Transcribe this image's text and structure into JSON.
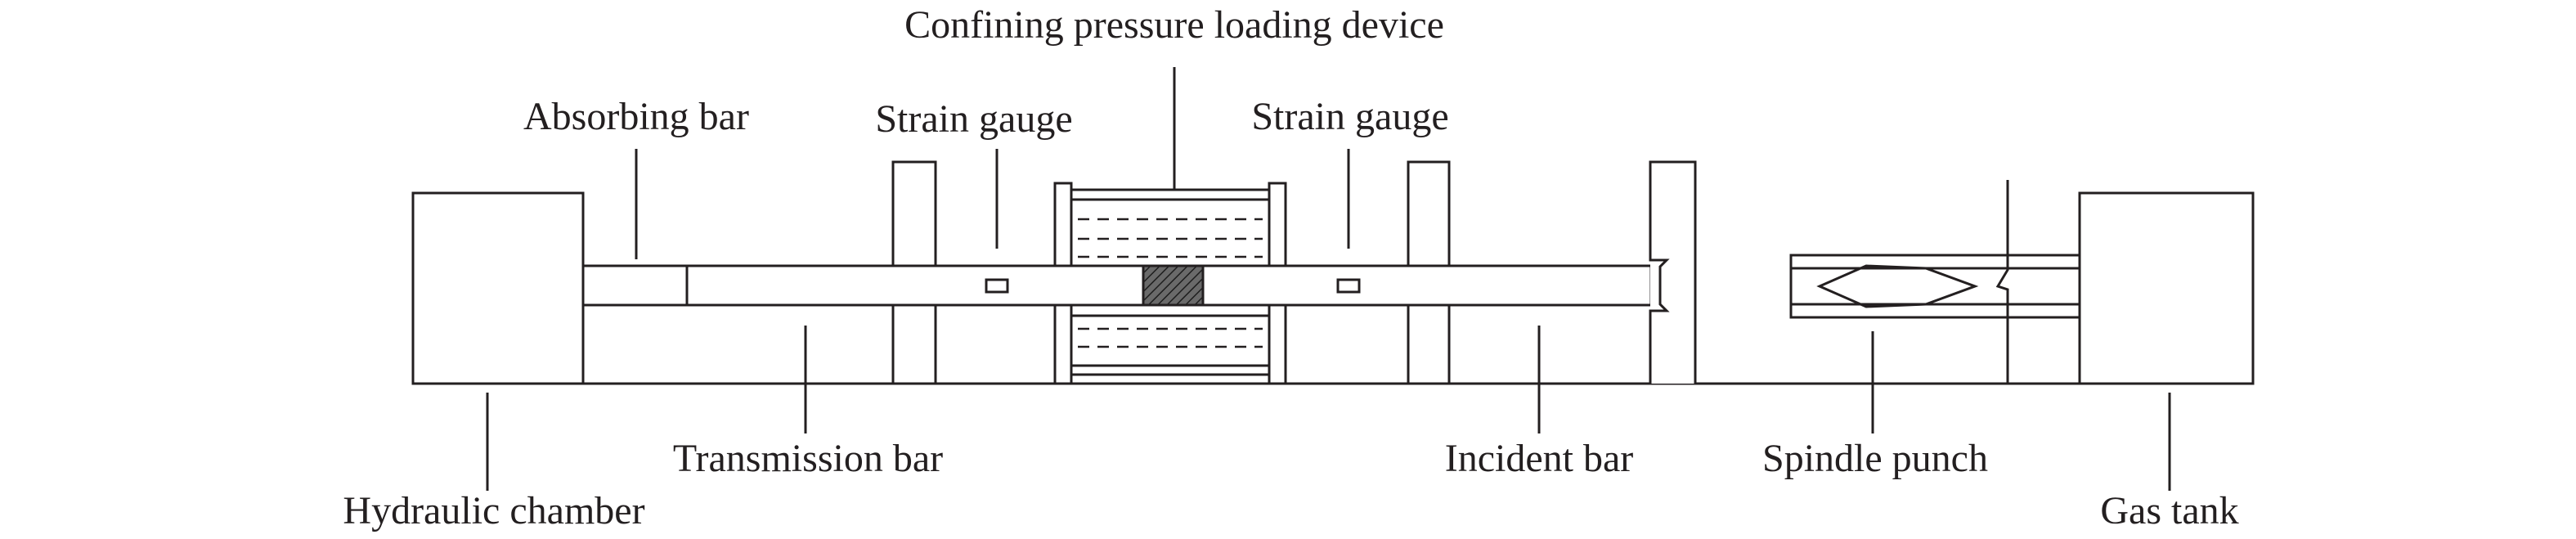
{
  "labels": {
    "confining_device": "Confining pressure loading device",
    "absorbing_bar": "Absorbing bar",
    "strain_gauge_left": "Strain gauge",
    "strain_gauge_right": "Strain gauge",
    "hydraulic_chamber": "Hydraulic chamber",
    "transmission_bar": "Transmission bar",
    "incident_bar": "Incident bar",
    "spindle_punch": "Spindle punch",
    "gas_tank": "Gas tank"
  },
  "colors": {
    "line": "#231f20",
    "specimen": "#555555"
  }
}
